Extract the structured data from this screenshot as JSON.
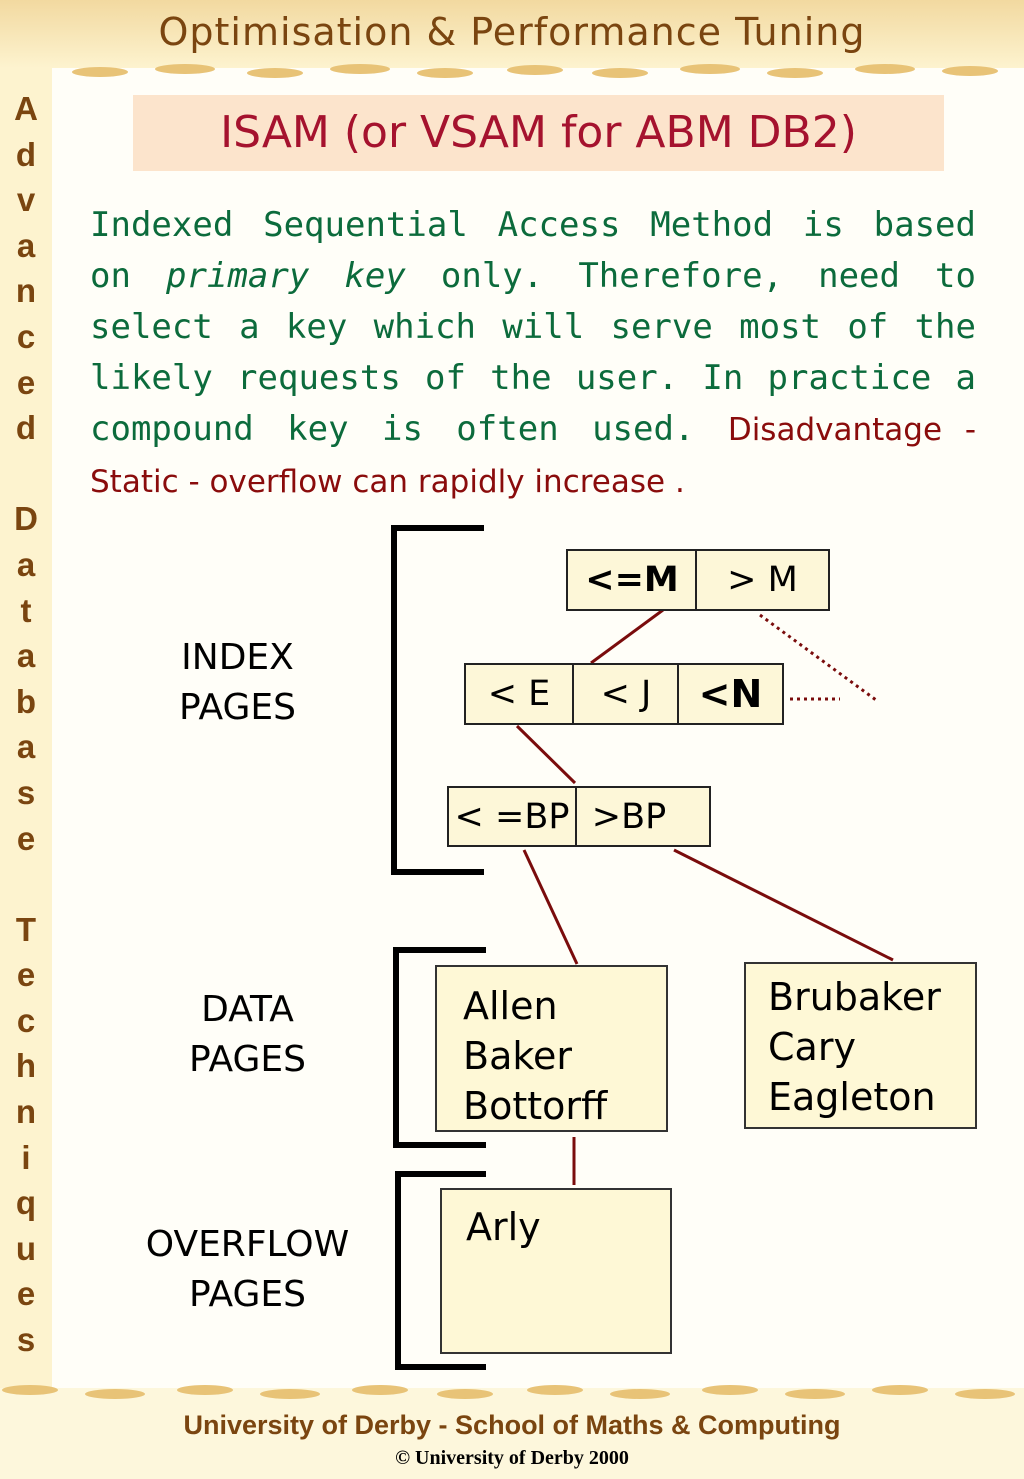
{
  "header": {
    "title": "Optimisation & Performance Tuning"
  },
  "sidebar": {
    "vertical_title": "Advanced Database Techniques",
    "letters": [
      "A",
      "d",
      "v",
      "a",
      "n",
      "c",
      "e",
      "d",
      "",
      "D",
      "a",
      "t",
      "a",
      "b",
      "a",
      "s",
      "e",
      "",
      "T",
      "e",
      "c",
      "h",
      "n",
      "i",
      "q",
      "u",
      "e",
      "s"
    ]
  },
  "slide": {
    "title": "ISAM (or VSAM for ABM DB2)",
    "paragraph": {
      "part1": "Indexed Sequential Access Method is based on ",
      "emphasis": "primary key",
      "part2": " only.  Therefore, need to select a key which will serve most of the likely requests of the user.  In practice a compound key is often used. ",
      "red_part": "Disadvantage - Static - overflow can rapidly increase ."
    }
  },
  "diagram": {
    "labels": {
      "index": [
        "INDEX",
        "PAGES"
      ],
      "data": [
        "DATA",
        "PAGES"
      ],
      "overflow": [
        "OVERFLOW",
        "PAGES"
      ]
    },
    "index_level1": [
      "<=M",
      "> M"
    ],
    "index_level2": [
      "< E",
      "< J",
      "<N"
    ],
    "index_level3": [
      "< =BP",
      ">BP"
    ],
    "data_page_1": [
      "Allen",
      "Baker",
      "Bottorff"
    ],
    "data_page_2": [
      "Brubaker",
      "Cary",
      "Eagleton"
    ],
    "overflow_page": [
      "Arly"
    ],
    "colors": {
      "link": "#7a0c0c",
      "bracket": "#000000"
    }
  },
  "footer": {
    "line1": "University of Derby  - School of Maths & Computing",
    "line2": "© University of Derby 2000"
  }
}
